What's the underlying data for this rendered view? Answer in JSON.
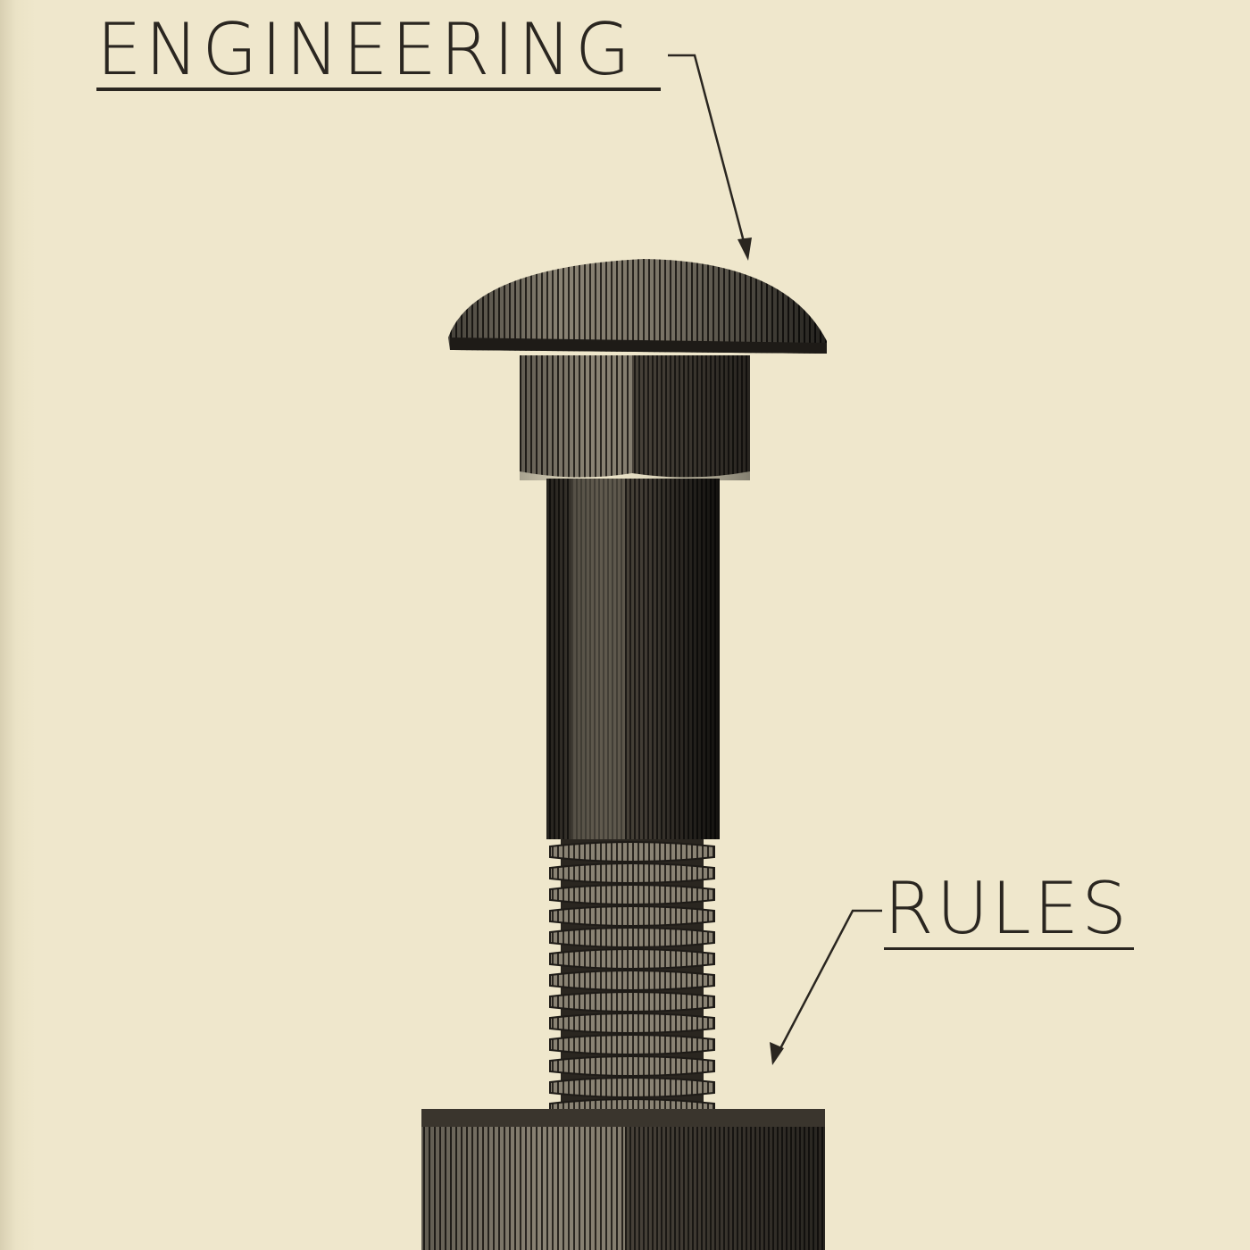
{
  "cover": {
    "title_top": "ENGINEERING",
    "title_bottom": "RULES",
    "illustration": "carriage-bolt-with-nut",
    "colors": {
      "paper": "#efe7cc",
      "ink": "#2a2620"
    }
  }
}
